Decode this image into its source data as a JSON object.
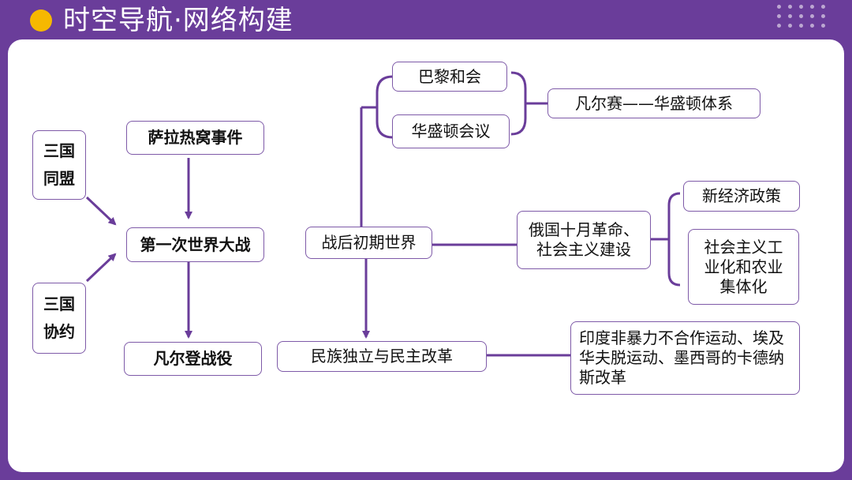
{
  "header": {
    "title": "时空导航·网络构建"
  },
  "nodes": {
    "sanguo_tongmeng": [
      "三国",
      "同盟"
    ],
    "sanguo_xieyue": [
      "三国",
      "协约"
    ],
    "sarajevo": "萨拉热窝事件",
    "ww1": "第一次世界大战",
    "verdun": "凡尔登战役",
    "postwar": "战后初期世界",
    "paris": "巴黎和会",
    "washington": "华盛顿会议",
    "versailles": "凡尔赛——华盛顿体系",
    "russia": [
      "俄国十月革命、",
      "社会主义建设"
    ],
    "nep": "新经济政策",
    "socialist": [
      "社会主义工",
      "业化和农业",
      "集体化"
    ],
    "national": "民族独立与民主改革",
    "india": [
      "印度非暴力不合作运动、埃及",
      "华夫脱运动、墨西哥的卡德纳",
      "斯改革"
    ]
  },
  "colors": {
    "background": "#6a3d9a",
    "accent": "#f6b800",
    "line": "#6a3d9a",
    "border": "#7e5aa8"
  }
}
